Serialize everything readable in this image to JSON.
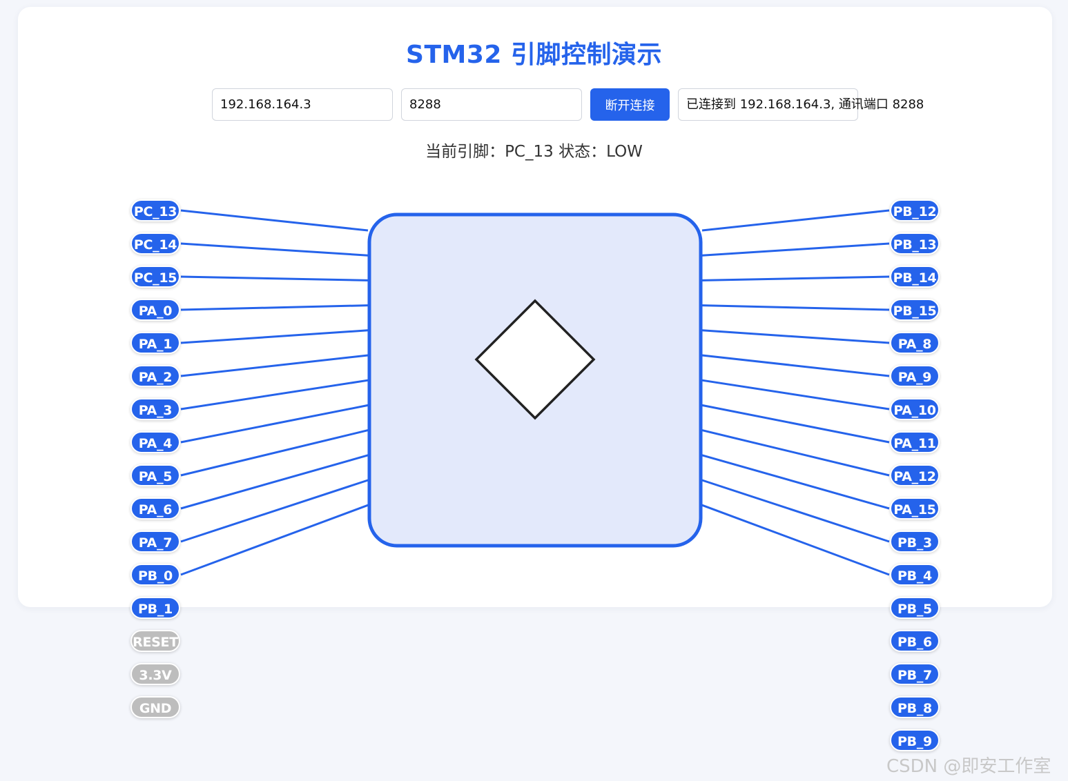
{
  "app": {
    "title": "STM32 引脚控制演示"
  },
  "connection": {
    "ip_value": "192.168.164.3",
    "port_value": "8288",
    "disconnect_label": "断开连接",
    "status_value": "已连接到 192.168.164.3, 通讯端口 8288"
  },
  "current": {
    "text": "当前引脚：PC_13 状态：LOW"
  },
  "colors": {
    "accent": "#2563eb",
    "chip_fill": "#e3e9fb",
    "inactive_pin": "#bdbdbd"
  },
  "pins": {
    "left": [
      {
        "label": "PC_13",
        "enabled": true
      },
      {
        "label": "PC_14",
        "enabled": true
      },
      {
        "label": "PC_15",
        "enabled": true
      },
      {
        "label": "PA_0",
        "enabled": true
      },
      {
        "label": "PA_1",
        "enabled": true
      },
      {
        "label": "PA_2",
        "enabled": true
      },
      {
        "label": "PA_3",
        "enabled": true
      },
      {
        "label": "PA_4",
        "enabled": true
      },
      {
        "label": "PA_5",
        "enabled": true
      },
      {
        "label": "PA_6",
        "enabled": true
      },
      {
        "label": "PA_7",
        "enabled": true
      },
      {
        "label": "PB_0",
        "enabled": true
      },
      {
        "label": "PB_1",
        "enabled": true
      },
      {
        "label": "RESET",
        "enabled": false
      },
      {
        "label": "3.3V",
        "enabled": false
      },
      {
        "label": "GND",
        "enabled": false
      }
    ],
    "right": [
      {
        "label": "PB_12",
        "enabled": true
      },
      {
        "label": "PB_13",
        "enabled": true
      },
      {
        "label": "PB_14",
        "enabled": true
      },
      {
        "label": "PB_15",
        "enabled": true
      },
      {
        "label": "PA_8",
        "enabled": true
      },
      {
        "label": "PA_9",
        "enabled": true
      },
      {
        "label": "PA_10",
        "enabled": true
      },
      {
        "label": "PA_11",
        "enabled": true
      },
      {
        "label": "PA_12",
        "enabled": true
      },
      {
        "label": "PA_15",
        "enabled": true
      },
      {
        "label": "PB_3",
        "enabled": true
      },
      {
        "label": "PB_4",
        "enabled": true
      },
      {
        "label": "PB_5",
        "enabled": true
      },
      {
        "label": "PB_6",
        "enabled": true
      },
      {
        "label": "PB_7",
        "enabled": true
      },
      {
        "label": "PB_8",
        "enabled": true
      },
      {
        "label": "PB_9",
        "enabled": true
      }
    ],
    "wired_left_count": 12,
    "wired_right_count": 12
  },
  "watermark": "CSDN @即安工作室"
}
